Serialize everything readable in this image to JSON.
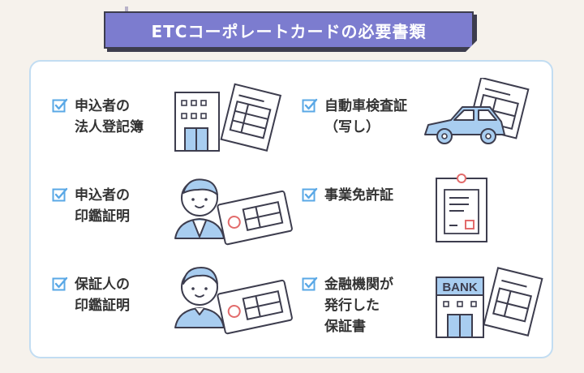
{
  "header": {
    "title": "ETCコーポレートカードの必要書類"
  },
  "documents": [
    {
      "lines": [
        "申込者の",
        "法人登記簿"
      ]
    },
    {
      "lines": [
        "自動車検査証",
        "（写し）"
      ]
    },
    {
      "lines": [
        "申込者の",
        "印鑑証明"
      ]
    },
    {
      "lines": [
        "事業免許証"
      ]
    },
    {
      "lines": [
        "保証人の",
        "印鑑証明"
      ]
    },
    {
      "lines": [
        "金融機関が",
        "発行した",
        "保証書"
      ]
    }
  ],
  "bank_sign": "BANK",
  "colors": {
    "accent_blue": "#5aa8e6",
    "banner_purple": "#7c7ccf",
    "outline": "#3d3d4e",
    "light_blue": "#a8cdf0",
    "red": "#e26b6b",
    "background": "#f6f2ec"
  },
  "icons": [
    "checkbox-icon",
    "building-icon",
    "car-icon",
    "person-icon",
    "document-icon",
    "bank-icon"
  ]
}
